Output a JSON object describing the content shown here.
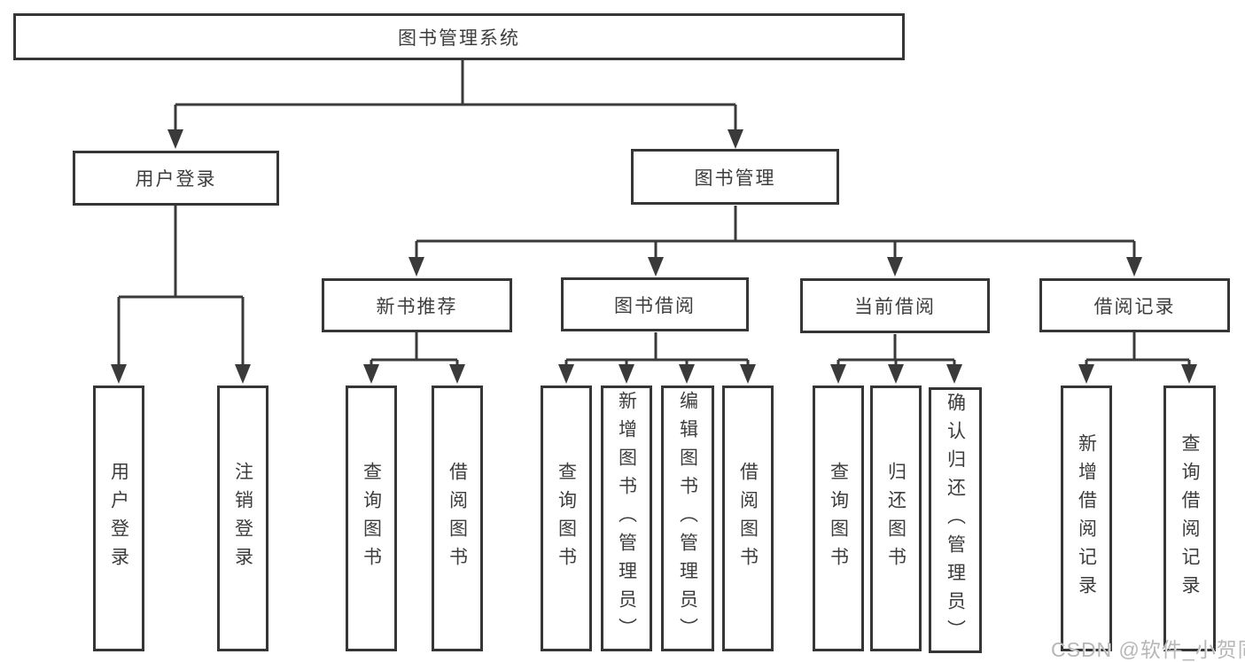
{
  "nodes": {
    "root": "图书管理系统",
    "user_login": "用户登录",
    "book_management": "图书管理",
    "new_book_recommend": "新书推荐",
    "book_borrow": "图书借阅",
    "current_borrow": "当前借阅",
    "borrow_record": "借阅记录",
    "leaf_user_login": "用户登录",
    "leaf_logout": "注销登录",
    "leaf_query_book_1": "查询图书",
    "leaf_borrow_book_1": "借阅图书",
    "leaf_query_book_2": "查询图书",
    "leaf_add_book_admin": "新增图书（管理员）",
    "leaf_edit_book_admin": "编辑图书（管理员）",
    "leaf_borrow_book_2": "借阅图书",
    "leaf_query_book_3": "查询图书",
    "leaf_return_book": "归还图书",
    "leaf_confirm_return_admin": "确认归还（管理员）",
    "leaf_add_borrow_record": "新增借阅记录",
    "leaf_query_borrow_record": "查询借阅记录"
  },
  "watermark": "CSDN @软件_小贺同学",
  "colors": {
    "line": "#3a3a3a",
    "box_border": "#363636",
    "text": "#3d3d3d",
    "watermark": "#b7b7b7",
    "background": "#ffffff"
  }
}
